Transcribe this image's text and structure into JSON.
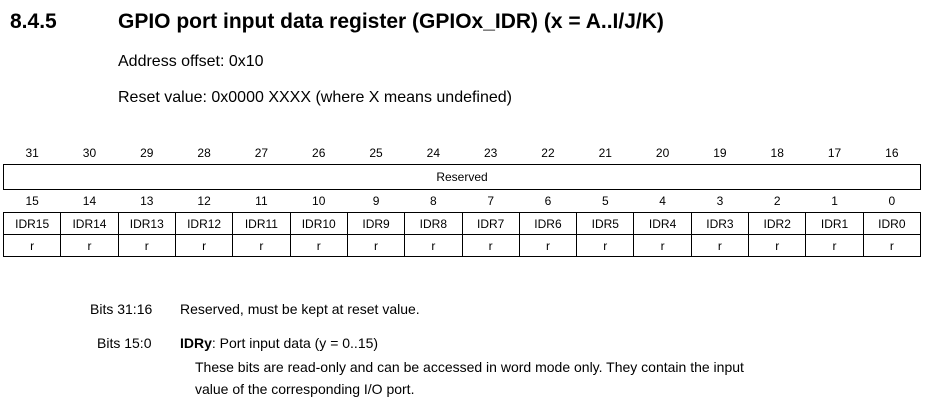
{
  "section": {
    "number": "8.4.5",
    "title": "GPIO port input data register (GPIOx_IDR) (x = A..I/J/K)"
  },
  "address_offset": "Address offset: 0x10",
  "reset_value": "Reset value: 0x0000 XXXX (where X means undefined)",
  "register": {
    "upper_bits": [
      "31",
      "30",
      "29",
      "28",
      "27",
      "26",
      "25",
      "24",
      "23",
      "22",
      "21",
      "20",
      "19",
      "18",
      "17",
      "16"
    ],
    "reserved_label": "Reserved",
    "lower_bits": [
      "15",
      "14",
      "13",
      "12",
      "11",
      "10",
      "9",
      "8",
      "7",
      "6",
      "5",
      "4",
      "3",
      "2",
      "1",
      "0"
    ],
    "fields": [
      "IDR15",
      "IDR14",
      "IDR13",
      "IDR12",
      "IDR11",
      "IDR10",
      "IDR9",
      "IDR8",
      "IDR7",
      "IDR6",
      "IDR5",
      "IDR4",
      "IDR3",
      "IDR2",
      "IDR1",
      "IDR0"
    ],
    "access": [
      "r",
      "r",
      "r",
      "r",
      "r",
      "r",
      "r",
      "r",
      "r",
      "r",
      "r",
      "r",
      "r",
      "r",
      "r",
      "r"
    ]
  },
  "descriptions": {
    "bits_31_16": {
      "bits": "Bits 31:16",
      "text": "Reserved, must be kept at reset value."
    },
    "bits_15_0": {
      "bits": "Bits 15:0",
      "field": "IDRy",
      "summary": ": Port input data (y = 0..15)",
      "line1": "These bits are read-only and can be accessed in word mode only. They contain the input",
      "line2": "value of the corresponding I/O port."
    }
  }
}
